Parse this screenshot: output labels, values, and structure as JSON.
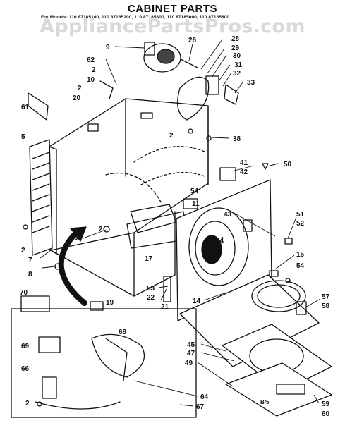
{
  "header": {
    "title": "CABINET PARTS",
    "models": "For Models: 110.87185100, 110.87185200, 110.87185300, 110.87185600, 110.87185800",
    "watermark": "AppliancePartsPros.com"
  },
  "footer": {
    "code": "B/5"
  },
  "callouts": [
    {
      "id": "9",
      "label": "9"
    },
    {
      "id": "62",
      "label": "62"
    },
    {
      "id": "2a",
      "label": "2"
    },
    {
      "id": "10",
      "label": "10"
    },
    {
      "id": "2b",
      "label": "2"
    },
    {
      "id": "20",
      "label": "20"
    },
    {
      "id": "61",
      "label": "61"
    },
    {
      "id": "5",
      "label": "5"
    },
    {
      "id": "26",
      "label": "26"
    },
    {
      "id": "28",
      "label": "28"
    },
    {
      "id": "29",
      "label": "29"
    },
    {
      "id": "30",
      "label": "30"
    },
    {
      "id": "31",
      "label": "31"
    },
    {
      "id": "32",
      "label": "32"
    },
    {
      "id": "33",
      "label": "33"
    },
    {
      "id": "2c",
      "label": "2"
    },
    {
      "id": "38",
      "label": "38"
    },
    {
      "id": "41",
      "label": "41"
    },
    {
      "id": "42",
      "label": "42"
    },
    {
      "id": "50",
      "label": "50"
    },
    {
      "id": "54a",
      "label": "54"
    },
    {
      "id": "11",
      "label": "11"
    },
    {
      "id": "43",
      "label": "43"
    },
    {
      "id": "51",
      "label": "51"
    },
    {
      "id": "52",
      "label": "52"
    },
    {
      "id": "44",
      "label": "44"
    },
    {
      "id": "15",
      "label": "15"
    },
    {
      "id": "54b",
      "label": "54"
    },
    {
      "id": "2d",
      "label": "2"
    },
    {
      "id": "65",
      "label": "65"
    },
    {
      "id": "2e",
      "label": "2"
    },
    {
      "id": "7",
      "label": "7"
    },
    {
      "id": "8",
      "label": "8"
    },
    {
      "id": "17",
      "label": "17"
    },
    {
      "id": "53",
      "label": "53"
    },
    {
      "id": "22",
      "label": "22"
    },
    {
      "id": "19",
      "label": "19"
    },
    {
      "id": "21",
      "label": "21"
    },
    {
      "id": "14",
      "label": "14"
    },
    {
      "id": "70",
      "label": "70"
    },
    {
      "id": "57",
      "label": "57"
    },
    {
      "id": "58",
      "label": "58"
    },
    {
      "id": "68",
      "label": "68"
    },
    {
      "id": "69",
      "label": "69"
    },
    {
      "id": "66",
      "label": "66"
    },
    {
      "id": "45",
      "label": "45"
    },
    {
      "id": "47",
      "label": "47"
    },
    {
      "id": "49",
      "label": "49"
    },
    {
      "id": "64",
      "label": "64"
    },
    {
      "id": "2f",
      "label": "2"
    },
    {
      "id": "67",
      "label": "67"
    },
    {
      "id": "59",
      "label": "59"
    },
    {
      "id": "60",
      "label": "60"
    }
  ]
}
